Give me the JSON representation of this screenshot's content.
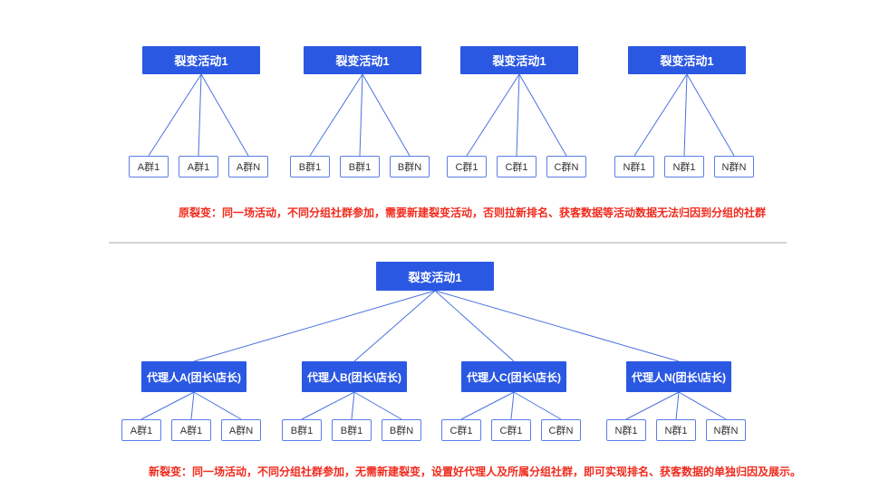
{
  "colors": {
    "primary_blue": "#2b58e2",
    "node_border_blue": "#5b7de8",
    "connector_line_blue": "#4a72e0",
    "caption_red": "#f02b1e",
    "divider_gray": "#d4d4d4",
    "node_text": "#333333"
  },
  "top_section": {
    "groups": [
      {
        "parent": "裂变活动1",
        "children": [
          "A群1",
          "A群1",
          "A群N"
        ]
      },
      {
        "parent": "裂变活动1",
        "children": [
          "B群1",
          "B群1",
          "B群N"
        ]
      },
      {
        "parent": "裂变活动1",
        "children": [
          "C群1",
          "C群1",
          "C群N"
        ]
      },
      {
        "parent": "裂变活动1",
        "children": [
          "N群1",
          "N群1",
          "N群N"
        ]
      }
    ],
    "caption": "原裂变：同一场活动，不同分组社群参加，需要新建裂变活动，否则拉新排名、获客数据等活动数据无法归因到分组的社群"
  },
  "bottom_section": {
    "root": "裂变活动1",
    "agents": [
      {
        "label": "代理人A(团长\\店长)",
        "children": [
          "A群1",
          "A群1",
          "A群N"
        ]
      },
      {
        "label": "代理人B(团长\\店长)",
        "children": [
          "B群1",
          "B群1",
          "B群N"
        ]
      },
      {
        "label": "代理人C(团长\\店长)",
        "children": [
          "C群1",
          "C群1",
          "C群N"
        ]
      },
      {
        "label": "代理人N(团长\\店长)",
        "children": [
          "N群1",
          "N群1",
          "N群N"
        ]
      }
    ],
    "caption": "新裂变：同一场活动，不同分组社群参加，无需新建裂变，设置好代理人及所属分组社群，即可实现排名、获客数据的单独归因及展示。"
  }
}
